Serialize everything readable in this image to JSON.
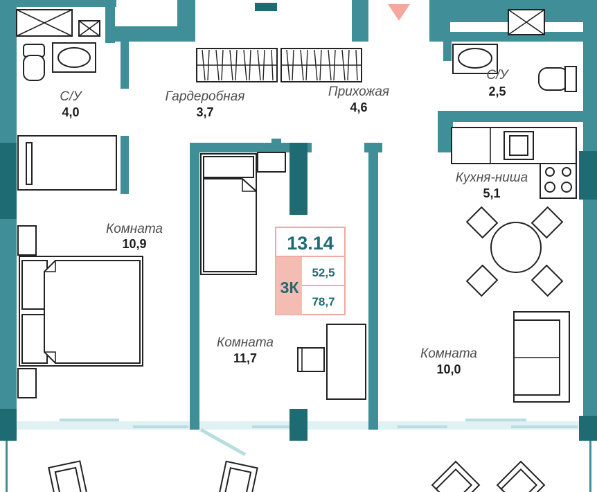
{
  "colors": {
    "wall": "#3f8e98",
    "wall_dark": "#1f6b73",
    "badge_fill": "#f4bdb4",
    "badge_border": "#f0a99e",
    "entrance_marker": "#f4a79d"
  },
  "apartment": {
    "code": "13.14",
    "type": "3К",
    "living_area": "52,5",
    "total_area": "78,7"
  },
  "rooms": [
    {
      "id": "bathroom-1",
      "name": "С/У",
      "area": "4,0"
    },
    {
      "id": "wardrobe",
      "name": "Гардеробная",
      "area": "3,7"
    },
    {
      "id": "hallway",
      "name": "Прихожая",
      "area": "4,6"
    },
    {
      "id": "bathroom-2",
      "name": "С/У",
      "area": "2,5"
    },
    {
      "id": "kitchen-niche",
      "name": "Кухня-ниша",
      "area": "5,1"
    },
    {
      "id": "room-1",
      "name": "Комната",
      "area": "10,9"
    },
    {
      "id": "room-2",
      "name": "Комната",
      "area": "11,7"
    },
    {
      "id": "room-3",
      "name": "Комната",
      "area": "10,0"
    }
  ],
  "icons": [
    "window-icon",
    "sink-icon",
    "toilet-icon",
    "bathtub-icon",
    "bed-icon",
    "wardrobe-icon",
    "stove-icon",
    "table-icon",
    "chair-icon",
    "sofa-icon",
    "desk-icon",
    "entrance-arrow-icon"
  ]
}
